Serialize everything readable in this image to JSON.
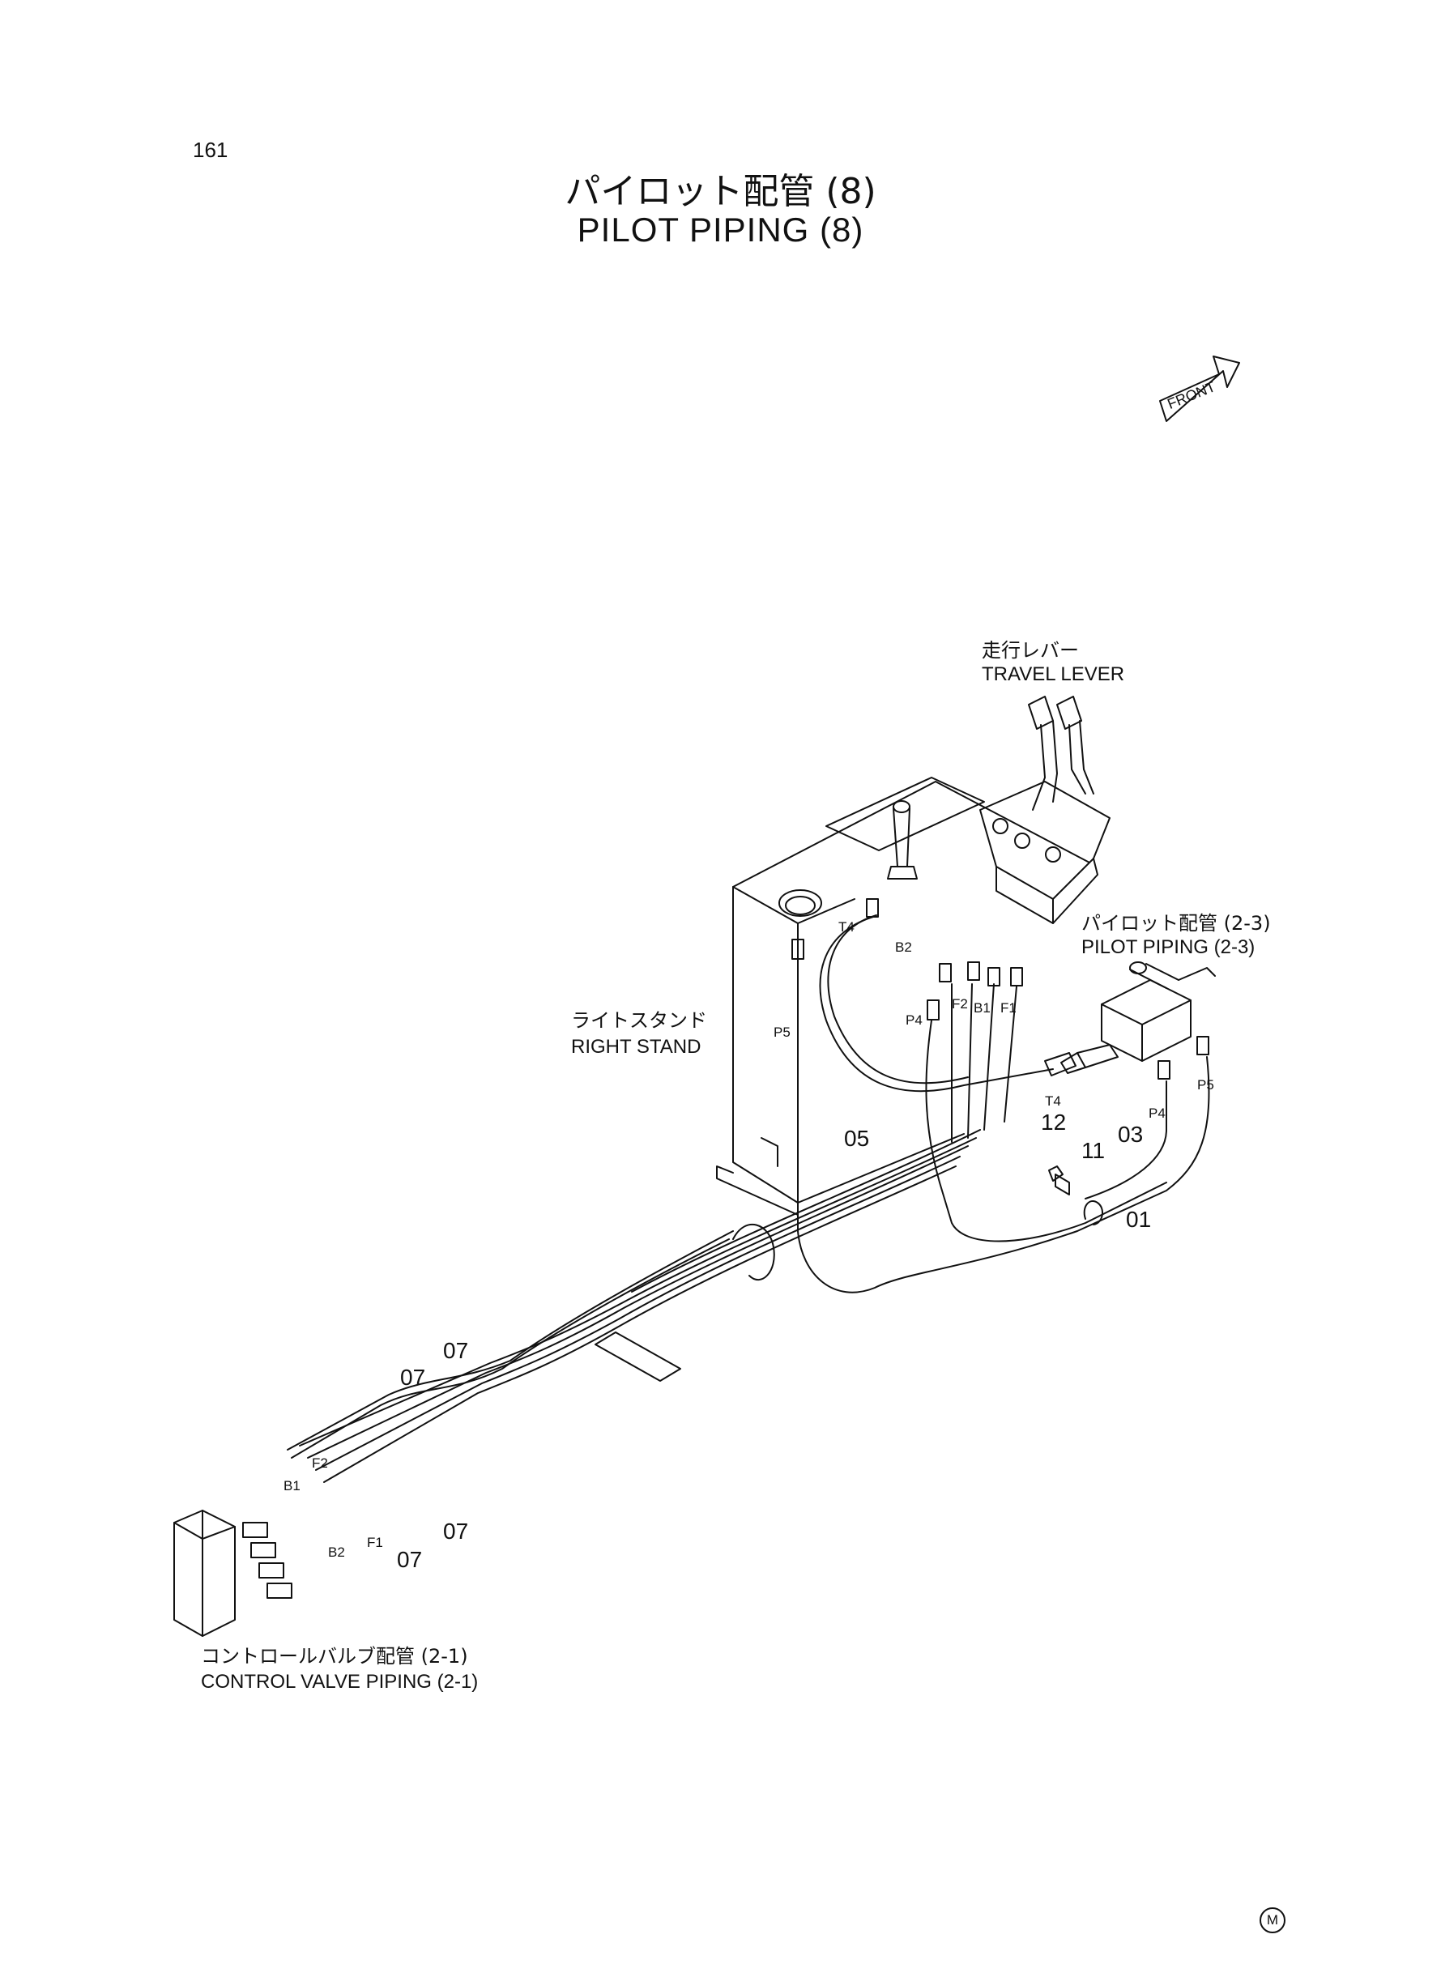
{
  "page_number": "161",
  "title": {
    "jp": "パイロット配管 (8)",
    "en": "PILOT PIPING (8)"
  },
  "front_marker": "FRONT",
  "callouts": {
    "travel_lever": {
      "jp": "走行レバー",
      "en": "TRAVEL LEVER"
    },
    "pilot_piping_2_3": {
      "jp": "パイロット配管 (2-3)",
      "en": "PILOT PIPING (2-3)"
    },
    "right_stand": {
      "jp": "ライトスタンド",
      "en": "RIGHT STAND"
    },
    "control_valve_piping": {
      "jp": "コントロールバルブ配管 (2-1)",
      "en": "CONTROL VALVE PIPING (2-1)"
    }
  },
  "part_numbers": [
    "01",
    "03",
    "05",
    "07",
    "11",
    "12"
  ],
  "ports": [
    "T4",
    "B2",
    "P5",
    "P4",
    "F2",
    "B1",
    "F1"
  ],
  "logo": "M"
}
